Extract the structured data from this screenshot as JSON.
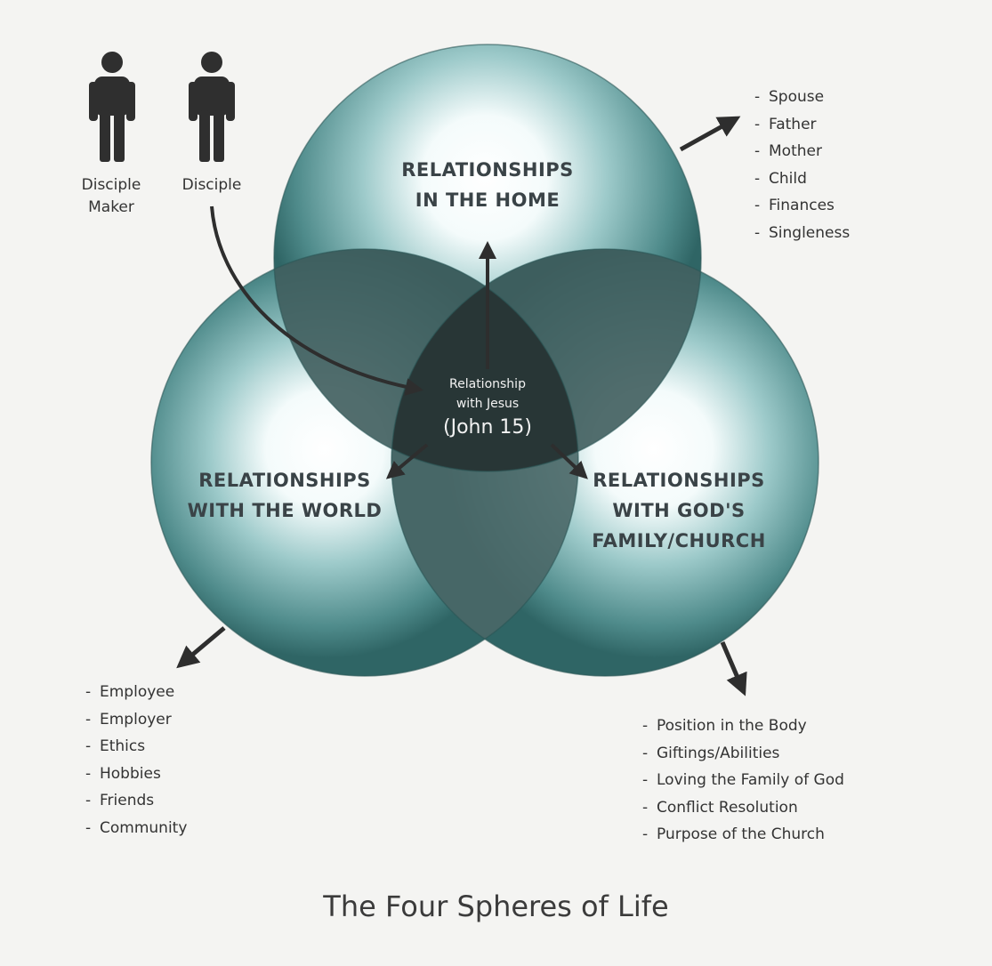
{
  "diagram": {
    "people": {
      "disciple_maker": "Disciple\nMaker",
      "disciple": "Disciple"
    },
    "spheres": {
      "home": "RELATIONSHIPS\nIN THE HOME",
      "world": "RELATIONSHIPS\nWITH THE WORLD",
      "church": "RELATIONSHIPS\nWITH GOD'S\nFAMILY/CHURCH"
    },
    "center": {
      "line1": "Relationship",
      "line2": "with Jesus",
      "line3": "(John 15)"
    },
    "lists": {
      "home": [
        "Spouse",
        "Father",
        "Mother",
        "Child",
        "Finances",
        "Singleness"
      ],
      "world": [
        "Employee",
        "Employer",
        "Ethics",
        "Hobbies",
        "Friends",
        "Community"
      ],
      "church": [
        "Position in the Body",
        "Giftings/Abilities",
        "Loving the Family of God",
        "Conflict Resolution",
        "Purpose of the Church"
      ]
    },
    "title": "The Four Spheres of Life",
    "colors": {
      "sphere_light": "#ffffff",
      "sphere_mid": "#7fb3b3",
      "sphere_edge": "#2f6565",
      "overlap": "#3d5454",
      "center": "#283636",
      "text_dark": "#3a4347",
      "background": "#f4f4f2"
    }
  }
}
